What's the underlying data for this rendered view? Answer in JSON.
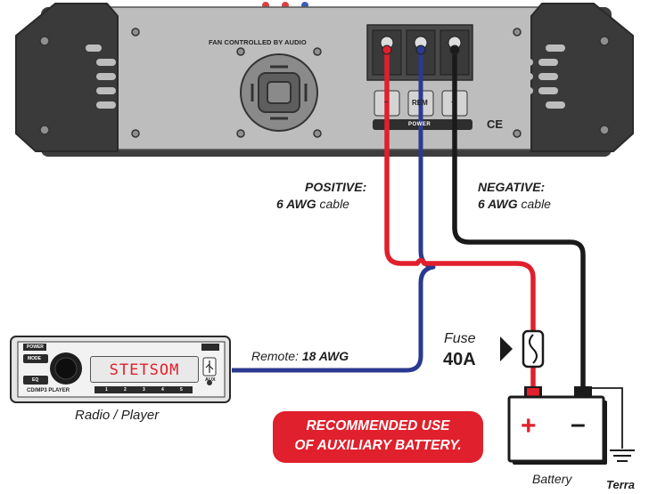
{
  "amplifier": {
    "fan_label": "FAN CONTROLLED BY AUDIO",
    "terminal_minus": "–",
    "terminal_rem": "REM",
    "terminal_plus": "+",
    "power_label": "POWER",
    "ce_mark": "CE"
  },
  "cables": {
    "positive_title": "POSITIVE:",
    "positive_gauge": "6 AWG",
    "positive_cable": "cable",
    "negative_title": "NEGATIVE:",
    "negative_gauge": "6 AWG",
    "negative_cable": "cable",
    "remote_prefix": "Remote:",
    "remote_gauge": "18 AWG"
  },
  "fuse": {
    "label": "Fuse",
    "rating": "40A"
  },
  "radio": {
    "caption": "Radio / Player",
    "display_text": "STETSOM",
    "power_btn": "POWER",
    "mode_btn": "MODE",
    "eq_btn": "EQ",
    "model_label": "CD/MP3 PLAYER",
    "aux_label": "AUX",
    "preset_numbers": [
      "1",
      "2",
      "3",
      "4",
      "5"
    ]
  },
  "battery": {
    "label": "Battery",
    "plus": "+",
    "minus": "–"
  },
  "ground": {
    "label": "Terra"
  },
  "callout": {
    "line1": "RECOMMENDED USE",
    "line2": "OF AUXILIARY BATTERY."
  },
  "colors": {
    "positive_wire": "#e0202c",
    "negative_wire": "#1a1a1a",
    "remote_wire": "#2b3a8f",
    "amp_body": "#bcbcbc",
    "amp_side": "#3a3a3a",
    "callout_bg": "#e0202c"
  },
  "icons": [
    "fan-icon",
    "usb-icon",
    "ground-icon",
    "fuse-icon",
    "ce-icon"
  ]
}
